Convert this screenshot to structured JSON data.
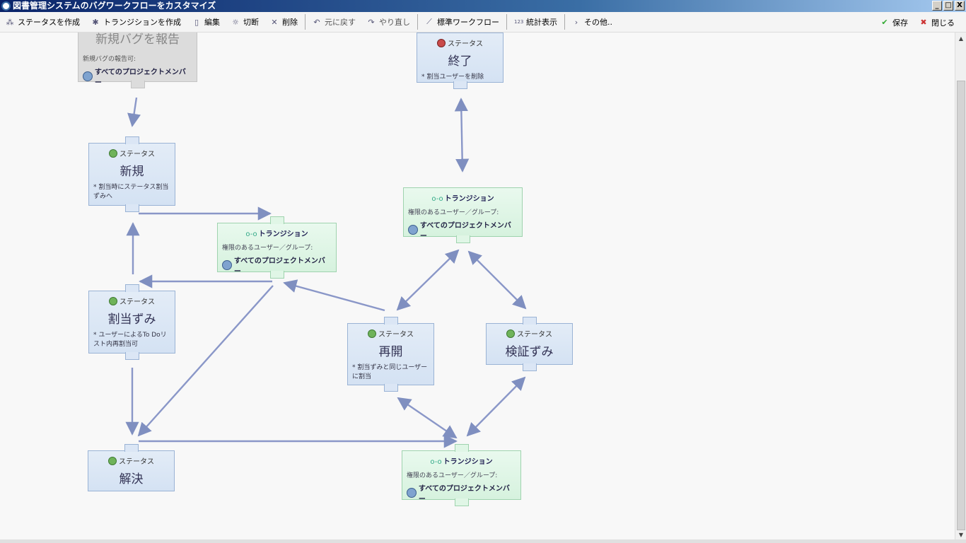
{
  "window": {
    "title": "図書管理システムのバグワークフローをカスタマイズ",
    "buttons": [
      "_",
      "□",
      "X"
    ]
  },
  "toolbar": {
    "create_status": "ステータスを作成",
    "create_transition": "トランジションを作成",
    "edit": "編集",
    "disconnect": "切断",
    "delete": "削除",
    "undo": "元に戻す",
    "redo": "やり直し",
    "standard_workflow": "標準ワークフロー",
    "stats_icon": "123",
    "stats": "統計表示",
    "other": "その他..",
    "save": "保存",
    "close": "閉じる"
  },
  "labels": {
    "status_kind": "ステータス",
    "transition_kind": "トランジション",
    "permitted": "権限のあるユーザー／グループ:",
    "all_members": "すべてのプロジェクトメンバー"
  },
  "initial": {
    "title": "新規バグを報告",
    "sub": "新規バグの報告可:",
    "members": "すべてのプロジェクトメンバー"
  },
  "statuses": {
    "new": {
      "name": "新規",
      "desc": "* 割当時にステータス割当ずみへ"
    },
    "assigned": {
      "name": "割当ずみ",
      "desc": "* ユーザーによるTo Doリスト内再割当可"
    },
    "resolved": {
      "name": "解決",
      "desc": ""
    },
    "closed": {
      "name": "終了",
      "desc": "* 割当ユーザーを削除"
    },
    "reopened": {
      "name": "再開",
      "desc": "* 割当ずみと同じユーザーに割当"
    },
    "verified": {
      "name": "検証ずみ",
      "desc": ""
    }
  }
}
